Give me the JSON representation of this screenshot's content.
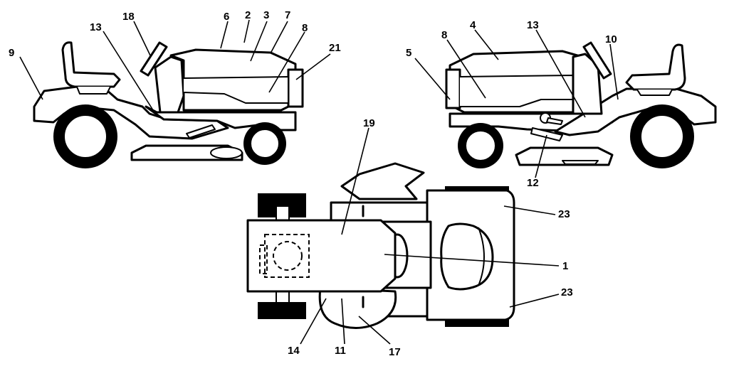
{
  "diagram": {
    "callouts": {
      "c1": "1",
      "c2": "2",
      "c3": "3",
      "c4": "4",
      "c5": "5",
      "c6": "6",
      "c7": "7",
      "c8_left": "8",
      "c8_right": "8",
      "c9": "9",
      "c10": "10",
      "c11": "11",
      "c12": "12",
      "c13_left": "13",
      "c13_right": "13",
      "c14": "14",
      "c17": "17",
      "c18": "18",
      "c19": "19",
      "c21": "21",
      "c23_top": "23",
      "c23_bottom": "23"
    }
  }
}
